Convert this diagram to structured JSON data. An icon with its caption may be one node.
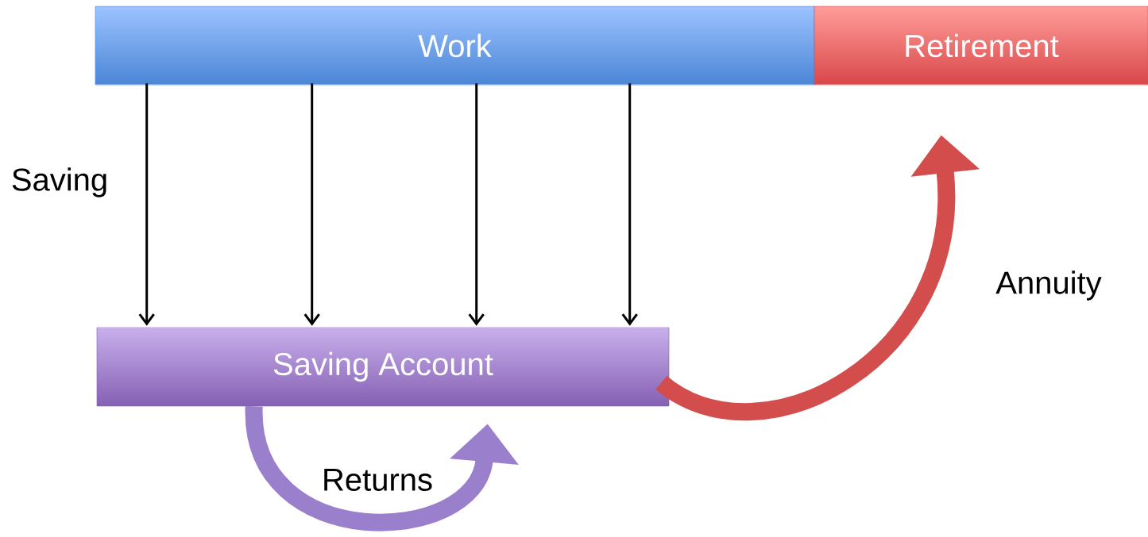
{
  "diagram": {
    "nodes": [
      {
        "text": [
          "Work"
        ]
      },
      {
        "text": [
          "Retirement"
        ]
      },
      {
        "text": [
          "Saving Account"
        ]
      }
    ],
    "edges": [
      {
        "from": 0,
        "to": 2,
        "arrow": "to"
      },
      {
        "from": 0,
        "to": 2,
        "arrow": "to"
      },
      {
        "from": 0,
        "to": 2,
        "arrow": "to"
      },
      {
        "from": 0,
        "to": 2,
        "arrow": "to"
      },
      {
        "from": 2,
        "to": 2,
        "arrow": "to",
        "label": "Returns",
        "style": "thick",
        "color": "#9a80cc"
      },
      {
        "from": 2,
        "to": 1,
        "arrow": "to",
        "label": "Annuity",
        "style": "thick",
        "color": "#d44d4d"
      }
    ],
    "labels": [
      "Saving"
    ]
  }
}
